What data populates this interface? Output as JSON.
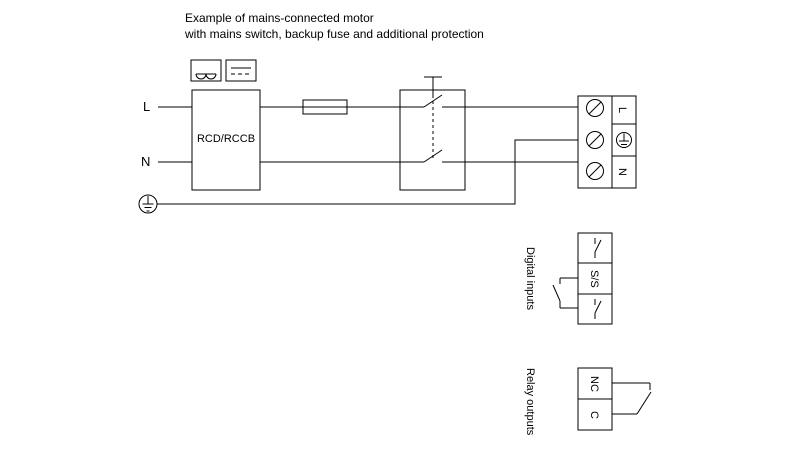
{
  "title": {
    "line1": "Example of mains-connected motor",
    "line2": "with mains switch, backup fuse and additional protection"
  },
  "supply": {
    "line_label": "L",
    "neutral_label": "N"
  },
  "rcd": {
    "label": "RCD/RCCB"
  },
  "mains_terminal": {
    "line": "L",
    "neutral": "N"
  },
  "digital_inputs": {
    "caption": "Digital inputs",
    "common_label": "S/S"
  },
  "relay_outputs": {
    "caption": "Relay outputs",
    "nc_label": "NC",
    "c_label": "C"
  },
  "colors": {
    "line": "#000000",
    "background": "#ffffff"
  }
}
